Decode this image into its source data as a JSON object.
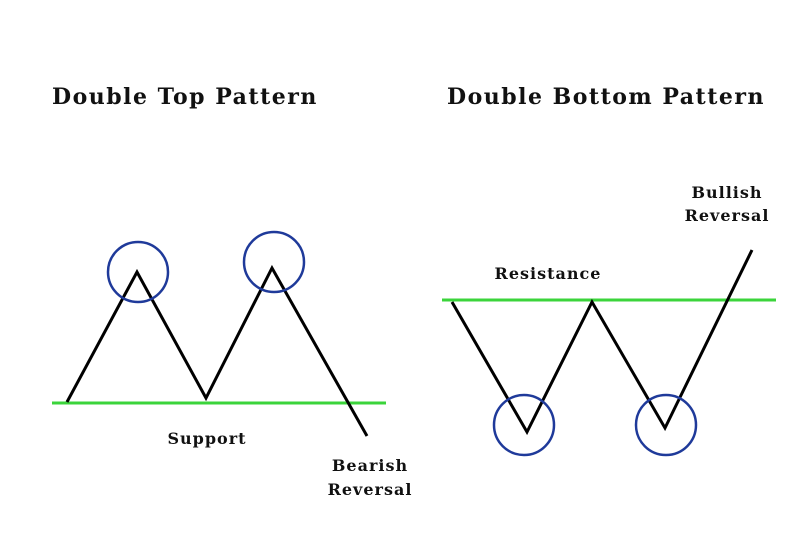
{
  "colors": {
    "price_line": "#000000",
    "level_line": "#3bd43b",
    "circle": "#1f3a9a"
  },
  "double_top": {
    "title": "Double Top Pattern",
    "level_label": "Support",
    "reversal_label_line1": "Bearish",
    "reversal_label_line2": "Reversal"
  },
  "double_bottom": {
    "title": "Double Bottom Pattern",
    "level_label": "Resistance",
    "reversal_label_line1": "Bullish",
    "reversal_label_line2": "Reversal"
  }
}
